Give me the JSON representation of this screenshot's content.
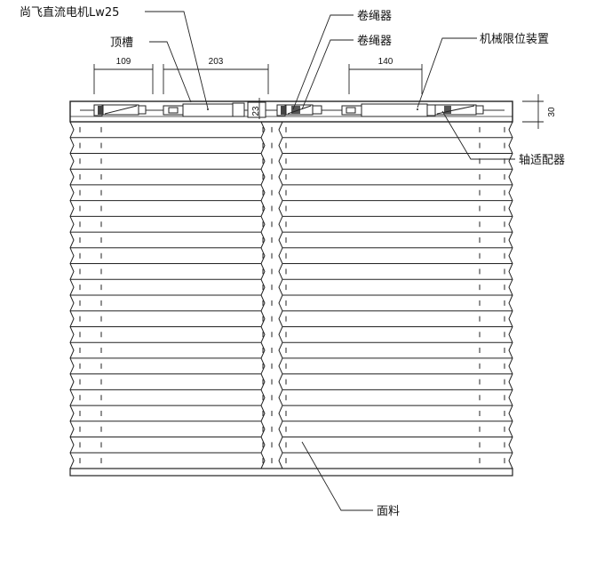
{
  "labels": {
    "motor": "尚飞直流电机Lw25",
    "top_channel": "顶槽",
    "cord_winder_1": "卷绳器",
    "cord_winder_2": "卷绳器",
    "mechanical_limit": "机械限位装置",
    "shaft_adapter": "轴适配器",
    "fabric": "面料"
  },
  "dimensions": {
    "d109": "109",
    "d203": "203",
    "d140": "140",
    "d30": "30",
    "d23": "23"
  },
  "fabric": {
    "pleat_count": 22
  }
}
